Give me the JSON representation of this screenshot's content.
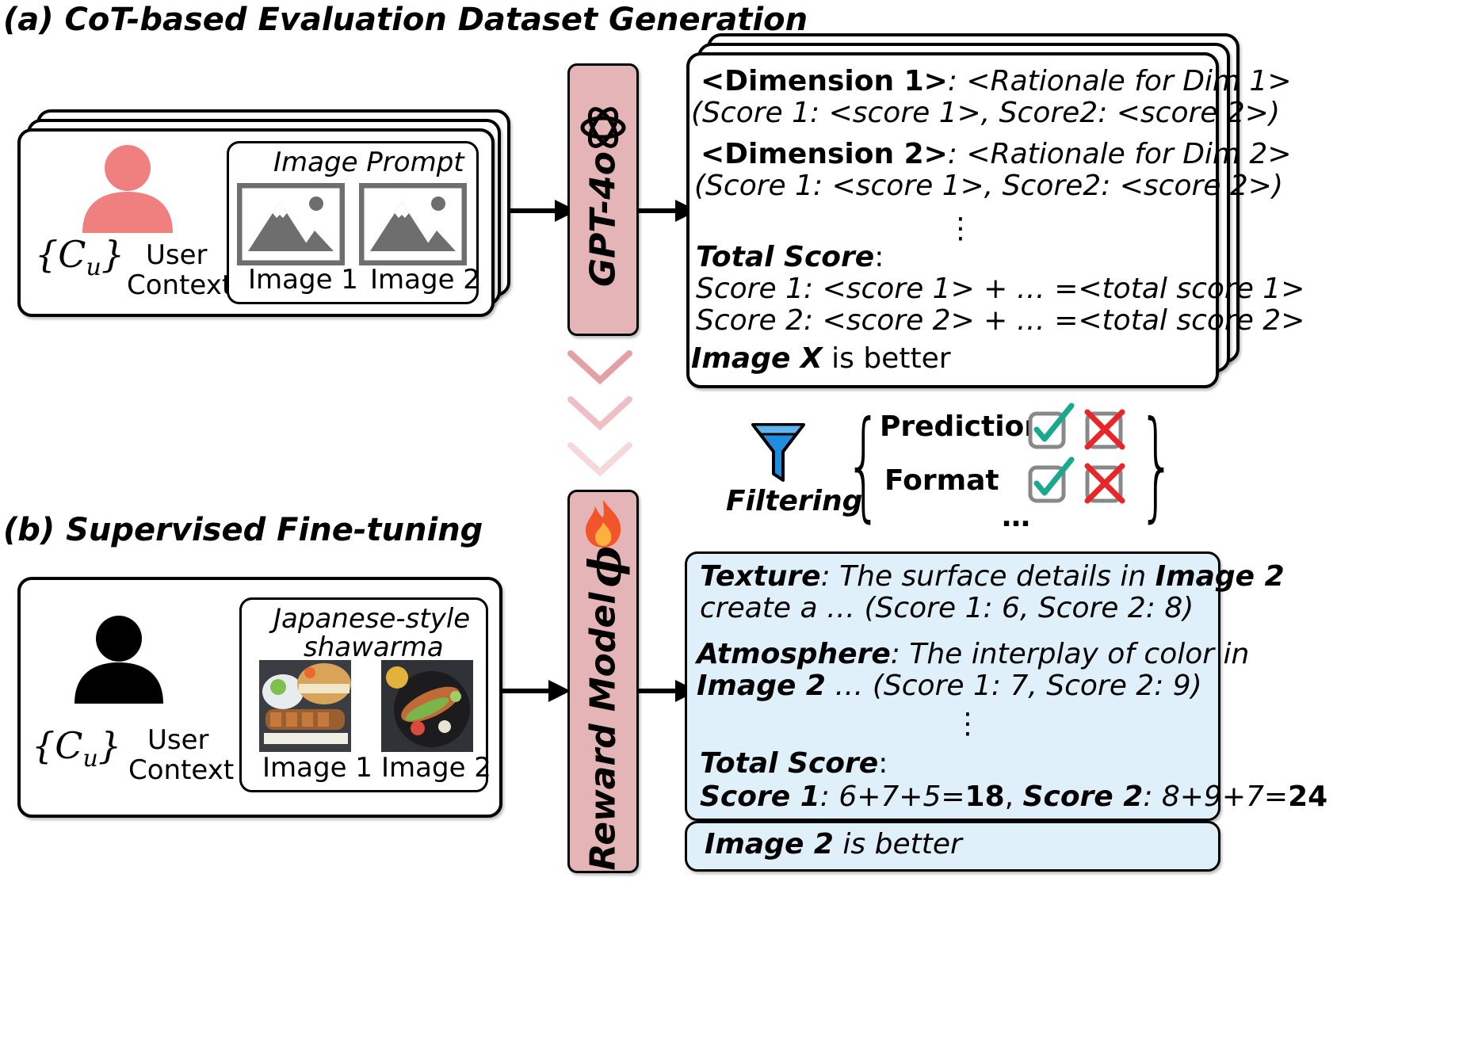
{
  "section_a": {
    "title": "(a) CoT-based Evaluation Dataset Generation",
    "image_prompt_label": "Image Prompt",
    "image1_label": "Image 1",
    "image2_label": "Image 2",
    "user_context_line1": "User",
    "user_context_line2": "Context",
    "context_symbol": "C",
    "context_sub": "u",
    "model_label": "GPT-4o",
    "output": {
      "dim1_name": "<Dimension 1>",
      "dim1_rationale": ": <Rationale for Dim 1>",
      "dim1_scores": "(Score 1: <score 1>, Score2: <score 2>)",
      "dim2_name": "<Dimension 2>",
      "dim2_rationale": ": <Rationale for Dim 2>",
      "dim2_scores": "(Score 1: <score 1>, Score2: <score 2>)",
      "ellipsis": "⋮",
      "total_label": "Total Score",
      "colon": ":",
      "total_line1": "Score 1: <score 1> + …   =<total score 1>",
      "total_line2": "Score 2: <score 2> + … =<total score 2>",
      "verdict_bold": "Image X",
      "verdict_rest": " is better"
    }
  },
  "filtering": {
    "label": "Filtering",
    "criteria": [
      {
        "name": "Prediction"
      },
      {
        "name": "Format"
      }
    ],
    "more": "…"
  },
  "section_b": {
    "title": "(b) Supervised Fine-tuning",
    "prompt_line1": "Japanese-style",
    "prompt_line2": "shawarma",
    "image1_label": "Image 1",
    "image2_label": "Image 2",
    "user_context_line1": "User",
    "user_context_line2": "Context",
    "context_symbol": "C",
    "context_sub": "u",
    "model_label": "Reward Model",
    "model_symbol": "ϕ",
    "output": {
      "texture_name": "Texture",
      "texture_text_a": ": The surface details in ",
      "texture_bold": "Image 2",
      "texture_text_b": "create a … (Score 1: 6, Score 2: 8)",
      "atmosphere_name": "Atmosphere",
      "atmosphere_text_a": ": The interplay of color in",
      "atmosphere_bold": "Image 2",
      "atmosphere_text_b": " … (Score 1: 7, Score 2: 9)",
      "ellipsis": "⋮",
      "total_label": "Total Score",
      "colon": ":",
      "score1_label": "Score 1",
      "score1_expr": ": 6+7+5=",
      "score1_total": "18",
      "comma": ", ",
      "score2_label": "Score 2",
      "score2_expr": ": 8+9+7=",
      "score2_total": "24",
      "verdict_bold": "Image 2",
      "verdict_rest": " is better"
    }
  },
  "colors": {
    "bar_fill": "#e4b4b6",
    "user_a": "#f08080",
    "user_b": "#000000",
    "output_b_fill": "#dff0fb",
    "check": "#1aa88f",
    "cross": "#e8262a",
    "funnel": "#1e8de0"
  }
}
